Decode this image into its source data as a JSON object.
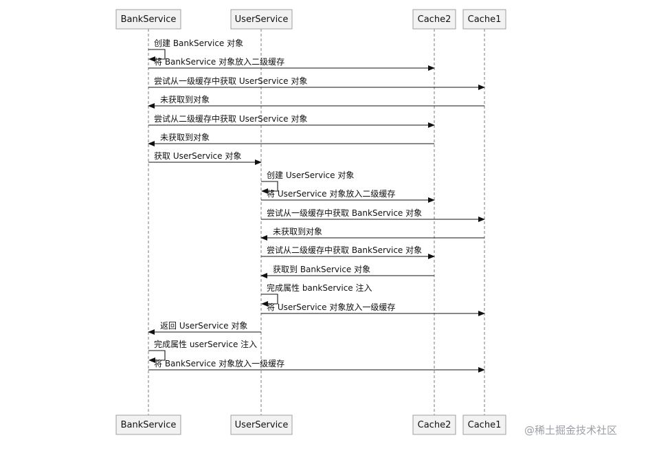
{
  "participants": {
    "bank": "BankService",
    "user": "UserService",
    "cache2": "Cache2",
    "cache1": "Cache1"
  },
  "messages": [
    {
      "from": "bank",
      "to": "bank",
      "label": "创建 BankService 对象"
    },
    {
      "from": "bank",
      "to": "cache2",
      "label": "将 BankService 对象放入二级缓存"
    },
    {
      "from": "bank",
      "to": "cache1",
      "label": "尝试从一级缓存中获取 UserService 对象"
    },
    {
      "from": "cache1",
      "to": "bank",
      "label": "未获取到对象"
    },
    {
      "from": "bank",
      "to": "cache2",
      "label": "尝试从二级缓存中获取 UserService 对象"
    },
    {
      "from": "cache2",
      "to": "bank",
      "label": "未获取到对象"
    },
    {
      "from": "bank",
      "to": "user",
      "label": "获取 UserService 对象"
    },
    {
      "from": "user",
      "to": "user",
      "label": "创建 UserService 对象"
    },
    {
      "from": "user",
      "to": "cache2",
      "label": "将 UserService 对象放入二级缓存"
    },
    {
      "from": "user",
      "to": "cache1",
      "label": "尝试从一级缓存中获取 BankService 对象"
    },
    {
      "from": "cache1",
      "to": "user",
      "label": "未获取到对象"
    },
    {
      "from": "user",
      "to": "cache2",
      "label": "尝试从二级缓存中获取 BankService 对象"
    },
    {
      "from": "cache2",
      "to": "user",
      "label": "获取到 BankService 对象"
    },
    {
      "from": "user",
      "to": "user",
      "label": "完成属性 bankService 注入"
    },
    {
      "from": "user",
      "to": "cache1",
      "label": "将 UserService 对象放入一级缓存"
    },
    {
      "from": "user",
      "to": "bank",
      "label": "返回 UserService 对象"
    },
    {
      "from": "bank",
      "to": "bank",
      "label": "完成属性 userService 注入"
    },
    {
      "from": "bank",
      "to": "cache1",
      "label": "将 BankService 对象放入一级缓存"
    }
  ],
  "watermark": "@稀土掘金技术社区"
}
